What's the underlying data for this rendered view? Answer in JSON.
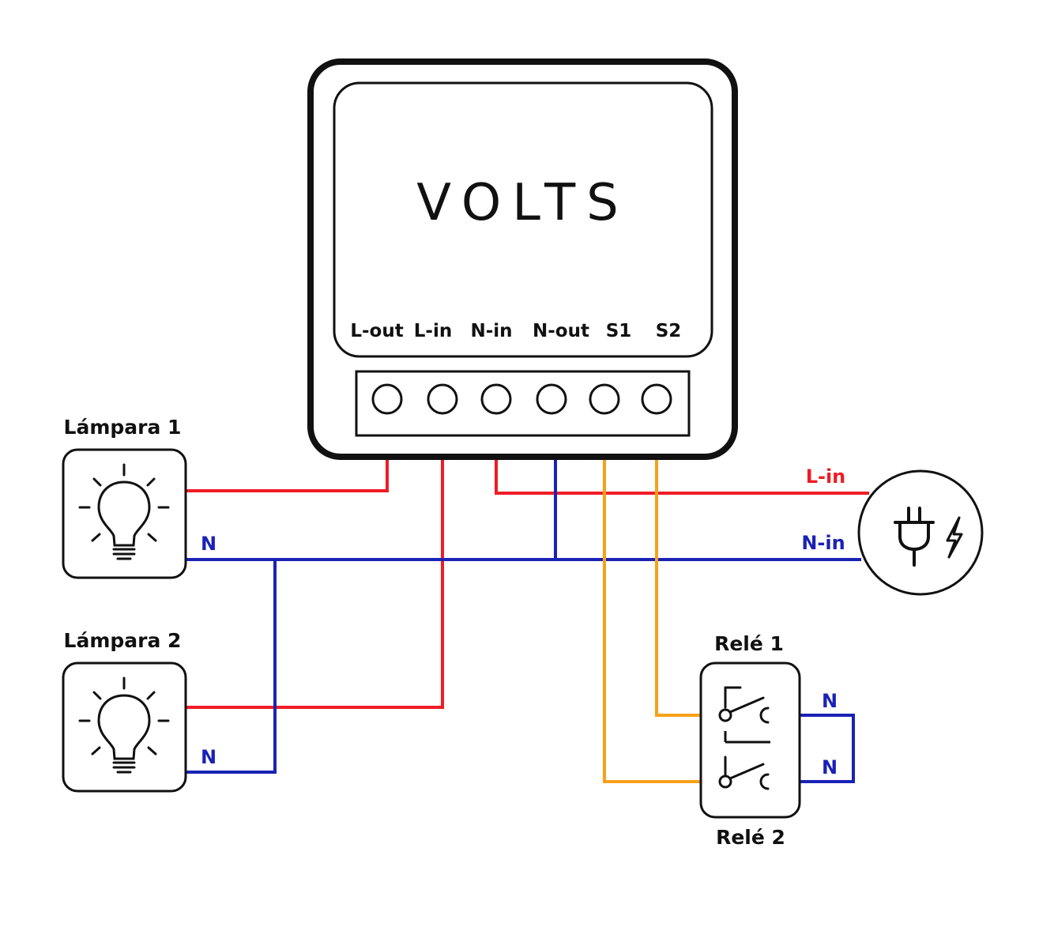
{
  "device": {
    "brand": "VOLTS",
    "terminals": [
      "L-out",
      "L-in",
      "N-in",
      "N-out",
      "S1",
      "S2"
    ]
  },
  "lamps": [
    {
      "label": "Lámpara 1",
      "neutral_label": "N"
    },
    {
      "label": "Lámpara 2",
      "neutral_label": "N"
    }
  ],
  "power": {
    "line_label": "L-in",
    "neutral_label": "N-in",
    "icon": "plug-lightning-icon"
  },
  "relays": {
    "top_label": "Relé 1",
    "bottom_label": "Relé 2",
    "neutral_labels": [
      "N",
      "N"
    ]
  },
  "colors": {
    "line": "#ee1c25",
    "neutral": "#1a22b5",
    "switch": "#f6a11a",
    "outline": "#111111"
  }
}
